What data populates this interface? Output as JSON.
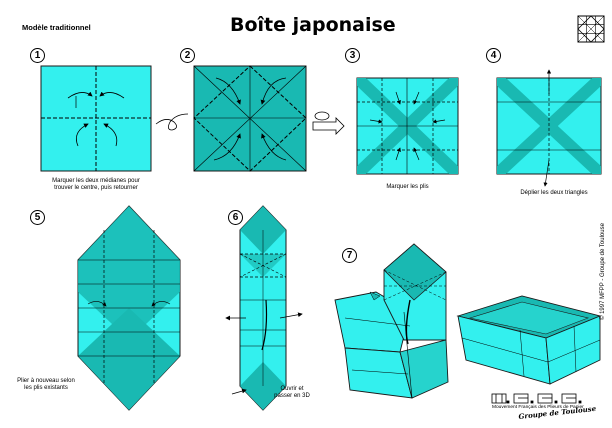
{
  "header": {
    "subtitle": "Modèle traditionnel",
    "title": "Boîte japonaise",
    "logo_icon": "grid-diamond-logo"
  },
  "steps": [
    {
      "number": "1",
      "caption": "Marquer les deux médianes pour trouver le centre, puis retourner"
    },
    {
      "number": "2",
      "caption": ""
    },
    {
      "number": "3",
      "caption": "Marquer les plis"
    },
    {
      "number": "4",
      "caption": "Déplier les deux triangles"
    },
    {
      "number": "5",
      "caption": "Plier à nouveau selon les plis existants"
    },
    {
      "number": "6",
      "caption": "Ouvrir et passer en 3D"
    },
    {
      "number": "7",
      "caption": ""
    }
  ],
  "side_note": "© 1997 MFPP - Groupe de Toulouse",
  "footer": {
    "org_line": "Mouvement Français des Plieurs de Papier",
    "group": "Groupe de Toulouse"
  },
  "colors": {
    "paper_light": "#33f0ee",
    "paper_dark": "#19b9b2",
    "paper_mid": "#26d3cd",
    "outline": "#1a1a1a"
  }
}
